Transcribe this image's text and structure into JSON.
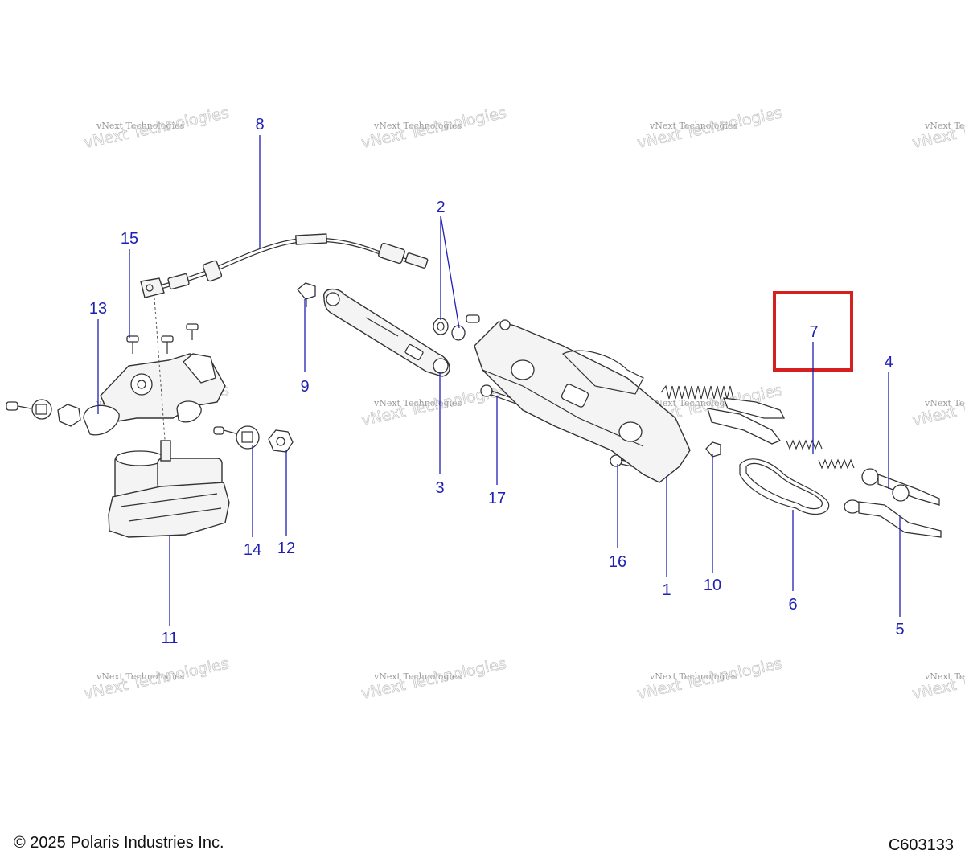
{
  "callouts": {
    "c1": "1",
    "c2": "2",
    "c3": "3",
    "c4": "4",
    "c5": "5",
    "c6": "6",
    "c7": "7",
    "c8": "8",
    "c9": "9",
    "c10": "10",
    "c11": "11",
    "c12": "12",
    "c13": "13",
    "c14": "14",
    "c15": "15",
    "c16": "16",
    "c17": "17"
  },
  "highlight": {
    "callout": "7",
    "color": "#d62020"
  },
  "callout_color": "#1f1fb4",
  "watermark": {
    "line1": "vNext Technologies",
    "line2": "vNext Technologies"
  },
  "footer": {
    "copyright": "© 2025 Polaris Industries Inc.",
    "figure_code": "C603133"
  }
}
